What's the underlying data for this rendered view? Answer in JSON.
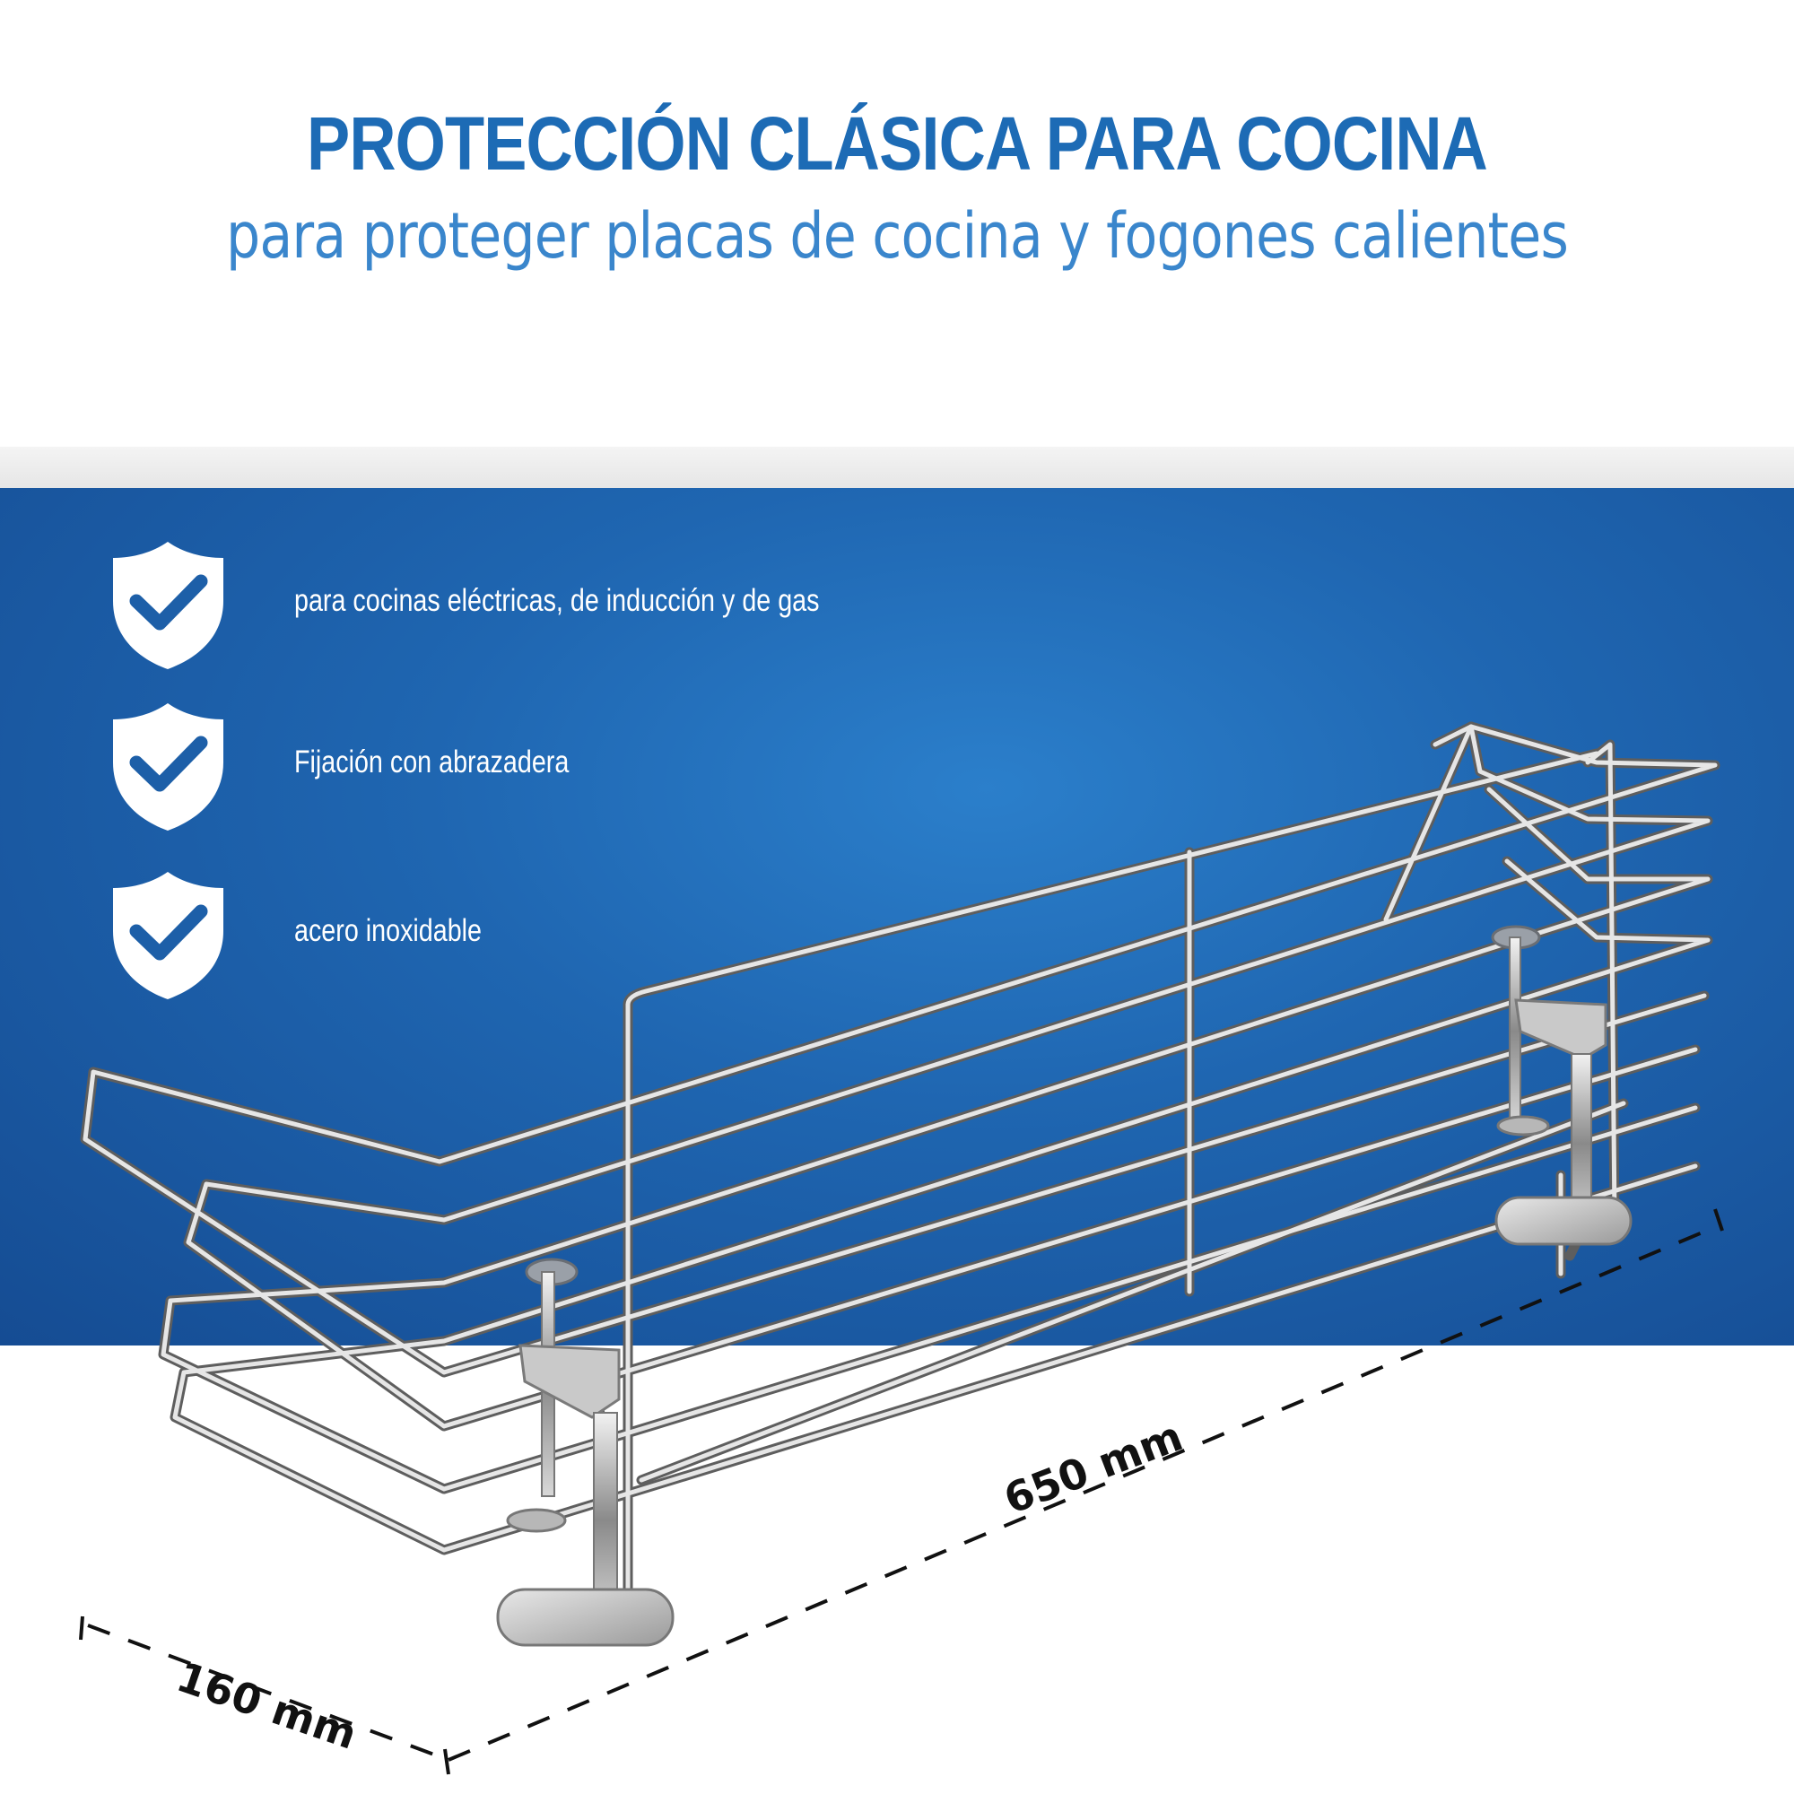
{
  "header": {
    "title": "PROTECCIÓN CLÁSICA PARA COCINA",
    "subtitle": "para proteger placas de cocina y fogones calientes"
  },
  "features": [
    {
      "label": "para cocinas eléctricas, de inducción y de gas",
      "icon": "shield-check-icon"
    },
    {
      "label": "Fijación con abrazadera",
      "icon": "shield-check-icon"
    },
    {
      "label": "acero inoxidable",
      "icon": "shield-check-icon"
    }
  ],
  "dimensions": {
    "length": "650 mm",
    "depth": "160 mm"
  },
  "colors": {
    "brand_blue": "#1d6bb5",
    "panel_blue": "#1f66b1",
    "check_blue": "#1d5fa8"
  }
}
